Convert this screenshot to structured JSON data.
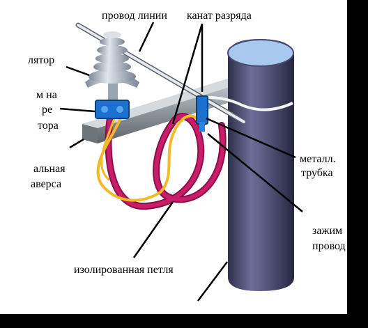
{
  "labels": {
    "line_wire": "провод линии",
    "discharge_rope": "канат разряда",
    "insulator": "лятор",
    "clamp_line1": "м на",
    "clamp_line2": "ре",
    "clamp_line3": "тора",
    "beam_line1": "альная",
    "beam_line2": "аверса",
    "metal_tube_line1": "металл.",
    "metal_tube_line2": "трубка",
    "wire_clamp_line1": "зажим",
    "wire_clamp_line2": "провод",
    "insulated_loop": "изолированная петля"
  },
  "colors": {
    "background": "#000000",
    "panel": "#ffffff",
    "pole": "#4f4f78",
    "pole_top": "#a9c8ee",
    "loop_red": "#c81e6a",
    "loop_yellow": "#f2b928",
    "clamp_blue": "#1d6fd0",
    "insulator_gray": "#b9c3cf",
    "wire_gray": "#d9dde6"
  }
}
